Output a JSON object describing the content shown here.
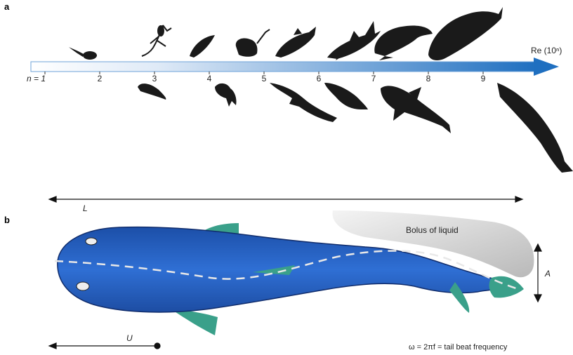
{
  "panel_a": {
    "label": "a",
    "axis": {
      "n_label": "n = 1",
      "ticks": [
        "2",
        "3",
        "4",
        "5",
        "6",
        "7",
        "8",
        "9"
      ],
      "re_label": "Re (10ⁿ)"
    },
    "colors": {
      "arrow_start": "#ffffff",
      "arrow_end": "#1f6fc0",
      "silhouette": "#1a1a1a"
    },
    "organisms_top": [
      "tadpole-icon",
      "copepod-icon",
      "larva-icon",
      "ray-icon",
      "fish-icon",
      "shark-icon",
      "manatee-icon",
      "sperm-whale-icon"
    ],
    "organisms_bottom": [
      "larval-fish-icon",
      "goldfish-icon",
      "crocodile-icon",
      "penguin-icon",
      "orca-icon",
      "blue-whale-icon"
    ]
  },
  "panel_b": {
    "label": "b",
    "length_label": "L",
    "velocity_label": "U",
    "amplitude_label": "A",
    "bolus_label": "Bolus of liquid",
    "frequency_label": "ω = 2πf = tail beat frequency",
    "colors": {
      "body": "#2b63c8",
      "fins": "#3aa08a",
      "bolus": "#c8c8c8",
      "midline": "#e8e8e8"
    }
  }
}
